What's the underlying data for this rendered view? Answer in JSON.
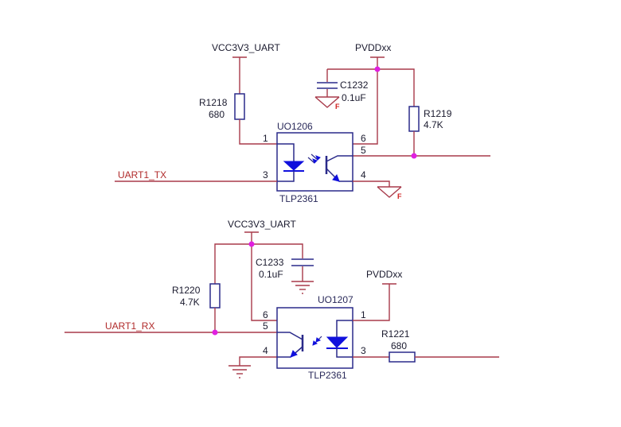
{
  "colors": {
    "wire": "#a83a4a",
    "part": "#2a2a8a",
    "junction": "#e020e0",
    "led": "#1010dd"
  },
  "top_circuit": {
    "power_left": "VCC3V3_UART",
    "power_right": "PVDDxx",
    "resistor_left": {
      "ref": "R1218",
      "value": "680"
    },
    "capacitor": {
      "ref": "C1232",
      "value": "0.1uF"
    },
    "resistor_right": {
      "ref": "R1219",
      "value": "4.7K"
    },
    "optocoupler": {
      "ref": "UO1206",
      "part": "TLP2361"
    },
    "pins": {
      "p1": "1",
      "p3": "3",
      "p4": "4",
      "p5": "5",
      "p6": "6"
    },
    "net_in": "UART1_TX",
    "ground_label": "F"
  },
  "bottom_circuit": {
    "power_left": "VCC3V3_UART",
    "power_right": "PVDDxx",
    "resistor_left": {
      "ref": "R1220",
      "value": "4.7K"
    },
    "capacitor": {
      "ref": "C1233",
      "value": "0.1uF"
    },
    "resistor_right": {
      "ref": "R1221",
      "value": "680"
    },
    "optocoupler": {
      "ref": "UO1207",
      "part": "TLP2361"
    },
    "pins": {
      "p1": "1",
      "p3": "3",
      "p4": "4",
      "p5": "5",
      "p6": "6"
    },
    "net_out": "UART1_RX"
  }
}
